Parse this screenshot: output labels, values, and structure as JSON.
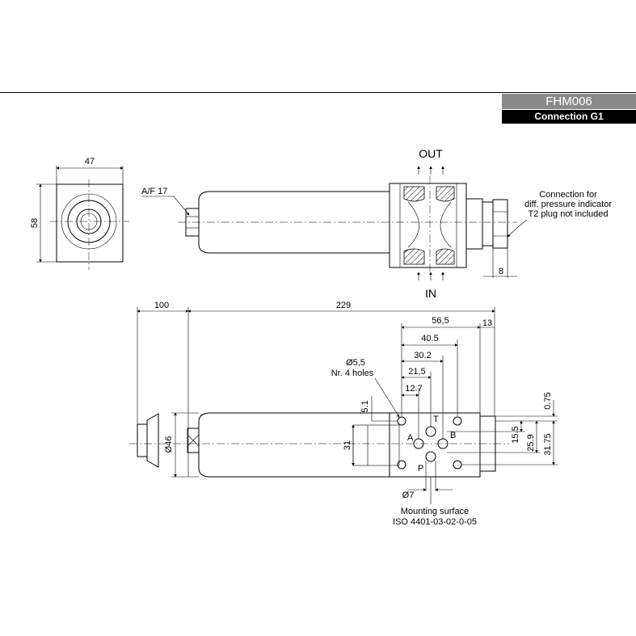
{
  "header": {
    "model_code": "FHM006",
    "connection": "Connection G1"
  },
  "top_view": {
    "width_dim": "47",
    "height_dim": "58",
    "af_label": "A/F 17",
    "out_label": "OUT",
    "in_label": "IN",
    "note_line1": "Connection for",
    "note_line2": "diff. pressure indicator",
    "note_line3": "T2 plug not included",
    "dim_8": "8"
  },
  "bottom_view": {
    "dim_100": "100",
    "dim_229": "229",
    "dim_56_5": "56,5",
    "dim_13": "13",
    "dim_40_5": "40.5",
    "dim_30_2": "30.2",
    "dim_21_5": "21,5",
    "dim_12_7": "12.7",
    "hole_dia": "Ø5,5",
    "hole_count": "Nr. 4 holes",
    "dim_5_1": "5.1",
    "dim_0_75": "0.75",
    "dim_46": "Ø46",
    "dim_31": "31",
    "dim_15_5": "15.5",
    "dim_25_9": "25.9",
    "dim_31_75": "31.75",
    "port_a": "A",
    "port_b": "B",
    "port_t": "T",
    "port_p": "P",
    "dim_7": "Ø7",
    "mount_line1": "Mounting surface",
    "mount_line2": "ISO 4401-03-02-0-05"
  }
}
